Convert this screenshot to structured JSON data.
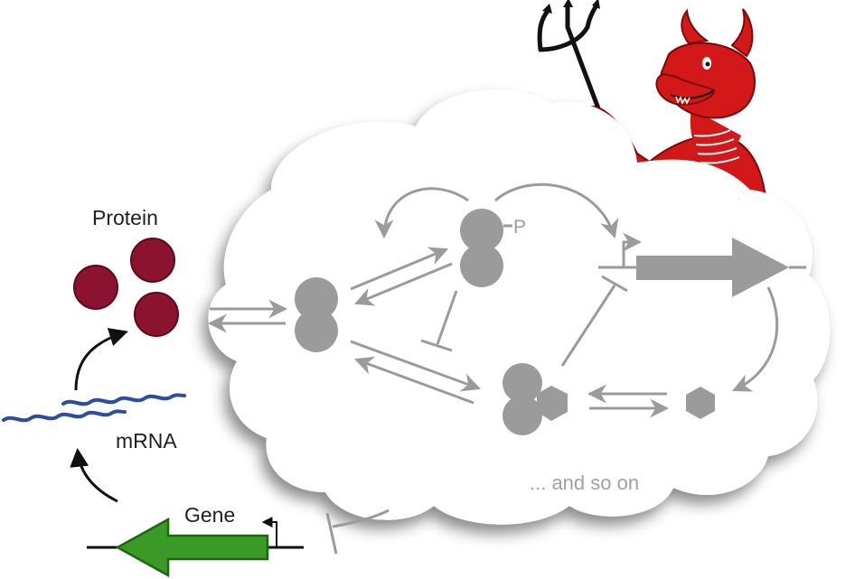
{
  "labels": {
    "protein": "Protein",
    "mrna": "mRNA",
    "gene": "Gene",
    "phospho": "P",
    "footer": "... and so on"
  },
  "colors": {
    "protein": "#8b1330",
    "mrna": "#2e4d9e",
    "gene": "#3a9a26",
    "network": "#9b9b9b",
    "devil": "#d21818",
    "cloud": "#ffffff"
  },
  "icons": [
    "devil-icon",
    "pitchfork-icon"
  ]
}
